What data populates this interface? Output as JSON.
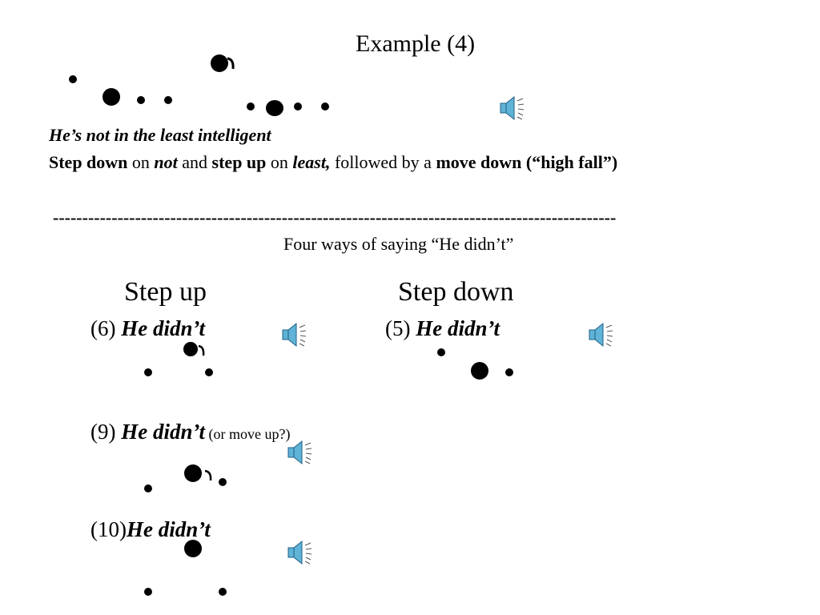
{
  "slide": {
    "title": "Example (4)",
    "example4": {
      "sentence": "He’s not in the least intelligent",
      "description": {
        "p1": "Step down",
        "p2": " on ",
        "p3": "not",
        "p4": " and ",
        "p5": "step up",
        "p6": " on ",
        "p7": "least,",
        "p8": " followed by a ",
        "p9": "move down (“high fall”)"
      }
    },
    "divider": "------------------------------------------------------------------------------------------------",
    "subtitle": "Four ways of saying “He didn’t”",
    "headings": {
      "step_up": "Step up",
      "step_down": "Step down"
    },
    "items": [
      {
        "number": "(6) ",
        "text": "He didn’t",
        "note": ""
      },
      {
        "number": "(5) ",
        "text": "He didn’t",
        "note": ""
      },
      {
        "number": "(9)  ",
        "text": "He didn’t",
        "note": " (or move up?)"
      },
      {
        "number": "(10)",
        "text": "He didn’t",
        "note": ""
      }
    ],
    "icons": {
      "audio": "speaker-icon"
    },
    "colors": {
      "speaker_body": "#5fb3d6",
      "speaker_dark": "#1f5f86",
      "text": "#000000"
    }
  }
}
